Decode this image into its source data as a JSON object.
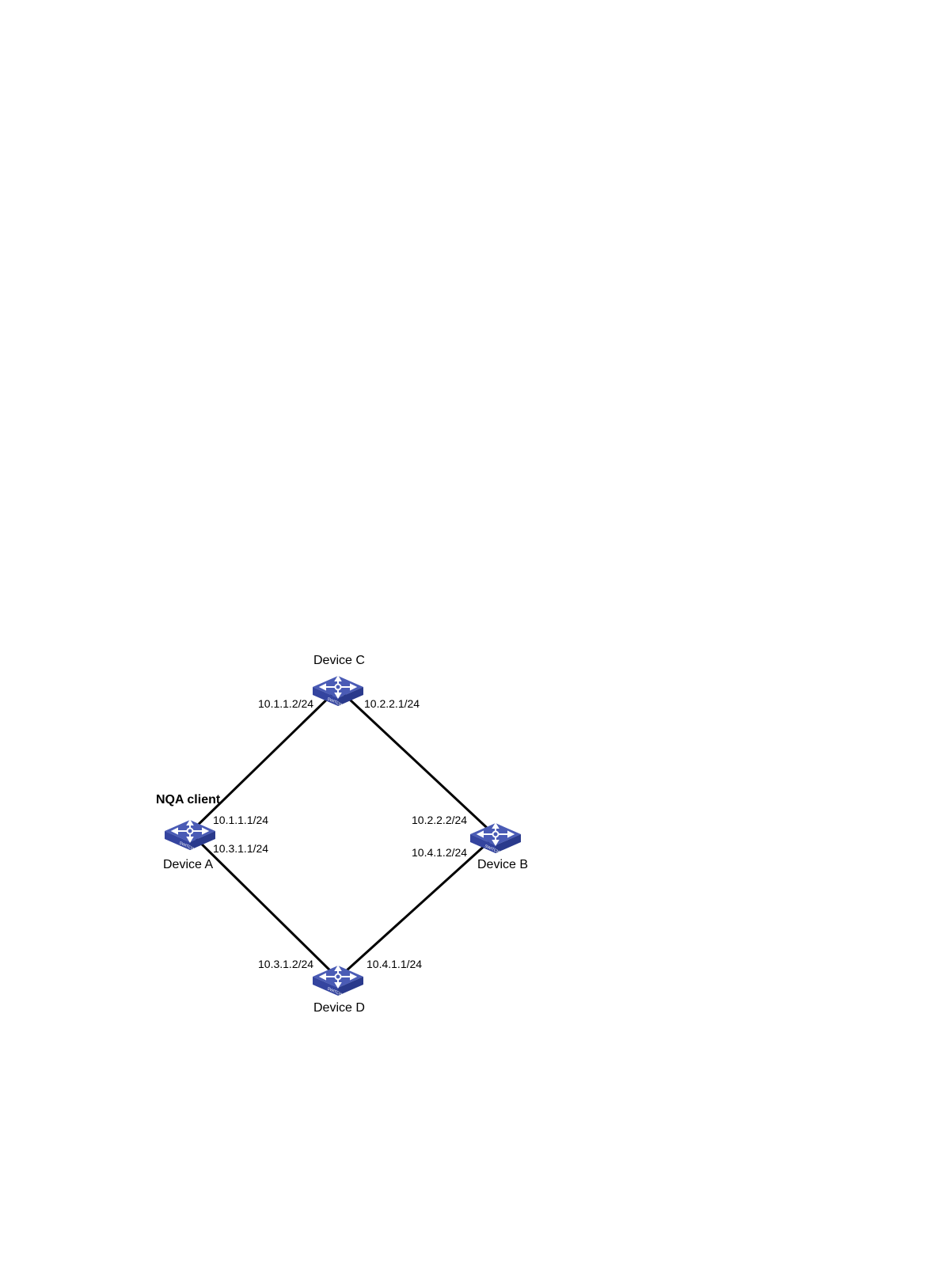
{
  "colors": {
    "switch_top": "#4a5bb5",
    "switch_side": "#2a3a8c",
    "switch_front": "#34449f",
    "arrow": "#ffffff",
    "link": "#000000"
  },
  "icon": "switch-icon",
  "switch_label": "SWITCH",
  "client_label": "NQA client",
  "devices": {
    "a": {
      "name": "Device A"
    },
    "b": {
      "name": "Device B"
    },
    "c": {
      "name": "Device C"
    },
    "d": {
      "name": "Device D"
    }
  },
  "interfaces": {
    "a_to_c": "10.1.1.1/24",
    "a_to_d": "10.3.1.1/24",
    "c_to_a": "10.1.1.2/24",
    "c_to_b": "10.2.2.1/24",
    "b_to_c": "10.2.2.2/24",
    "b_to_d": "10.4.1.2/24",
    "d_to_a": "10.3.1.2/24",
    "d_to_b": "10.4.1.1/24"
  },
  "links": [
    {
      "from": "a",
      "to": "c"
    },
    {
      "from": "c",
      "to": "b"
    },
    {
      "from": "b",
      "to": "d"
    },
    {
      "from": "d",
      "to": "a"
    }
  ]
}
